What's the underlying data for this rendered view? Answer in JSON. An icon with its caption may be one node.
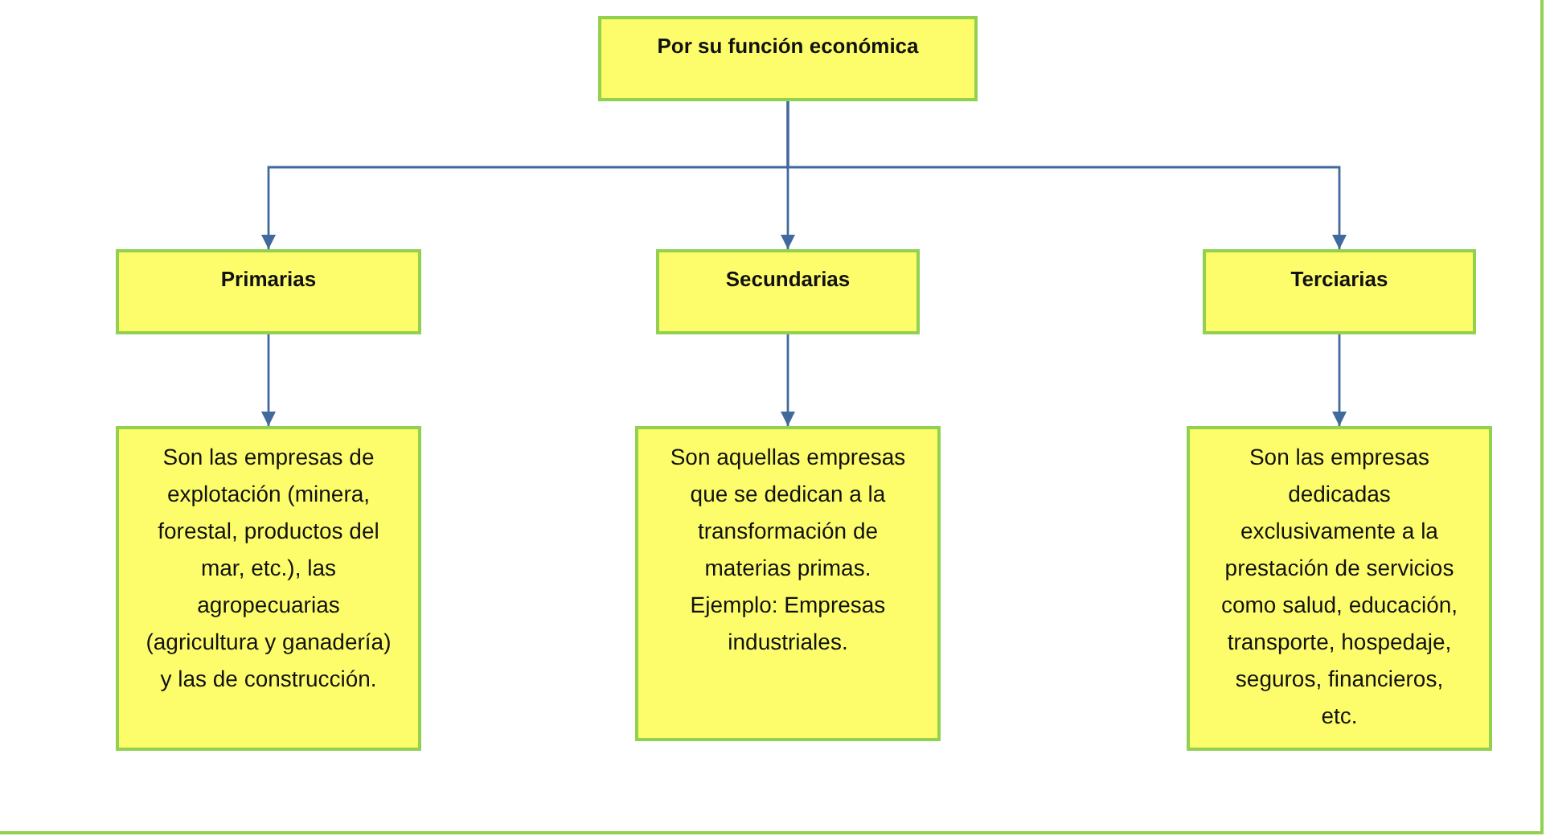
{
  "diagram": {
    "nodes": [
      {
        "text": [
          "Por su función económica"
        ]
      },
      {
        "text": [
          "Primarias"
        ]
      },
      {
        "text": [
          "Secundarias"
        ]
      },
      {
        "text": [
          "Terciarias"
        ]
      },
      {
        "text": [
          "Son las empresas de explotación (minera, forestal, productos del mar, etc.), las agropecuarias (agricultura y ganadería) y las de construcción."
        ]
      },
      {
        "text": [
          "Son aquellas empresas que se dedican a la transformación de materias primas. Ejemplo: Empresas industriales."
        ]
      },
      {
        "text": [
          "Son las empresas dedicadas exclusivamente a la prestación de servicios como salud, educación, transporte, hospedaje, seguros, financieros, etc."
        ]
      }
    ],
    "edges": [
      {
        "from": 0,
        "to": 1,
        "arrow": "to"
      },
      {
        "from": 0,
        "to": 2,
        "arrow": "to"
      },
      {
        "from": 0,
        "to": 3,
        "arrow": "to"
      },
      {
        "from": 1,
        "to": 4,
        "arrow": "to"
      },
      {
        "from": 2,
        "to": 5,
        "arrow": "to"
      },
      {
        "from": 3,
        "to": 6,
        "arrow": "to"
      }
    ]
  }
}
